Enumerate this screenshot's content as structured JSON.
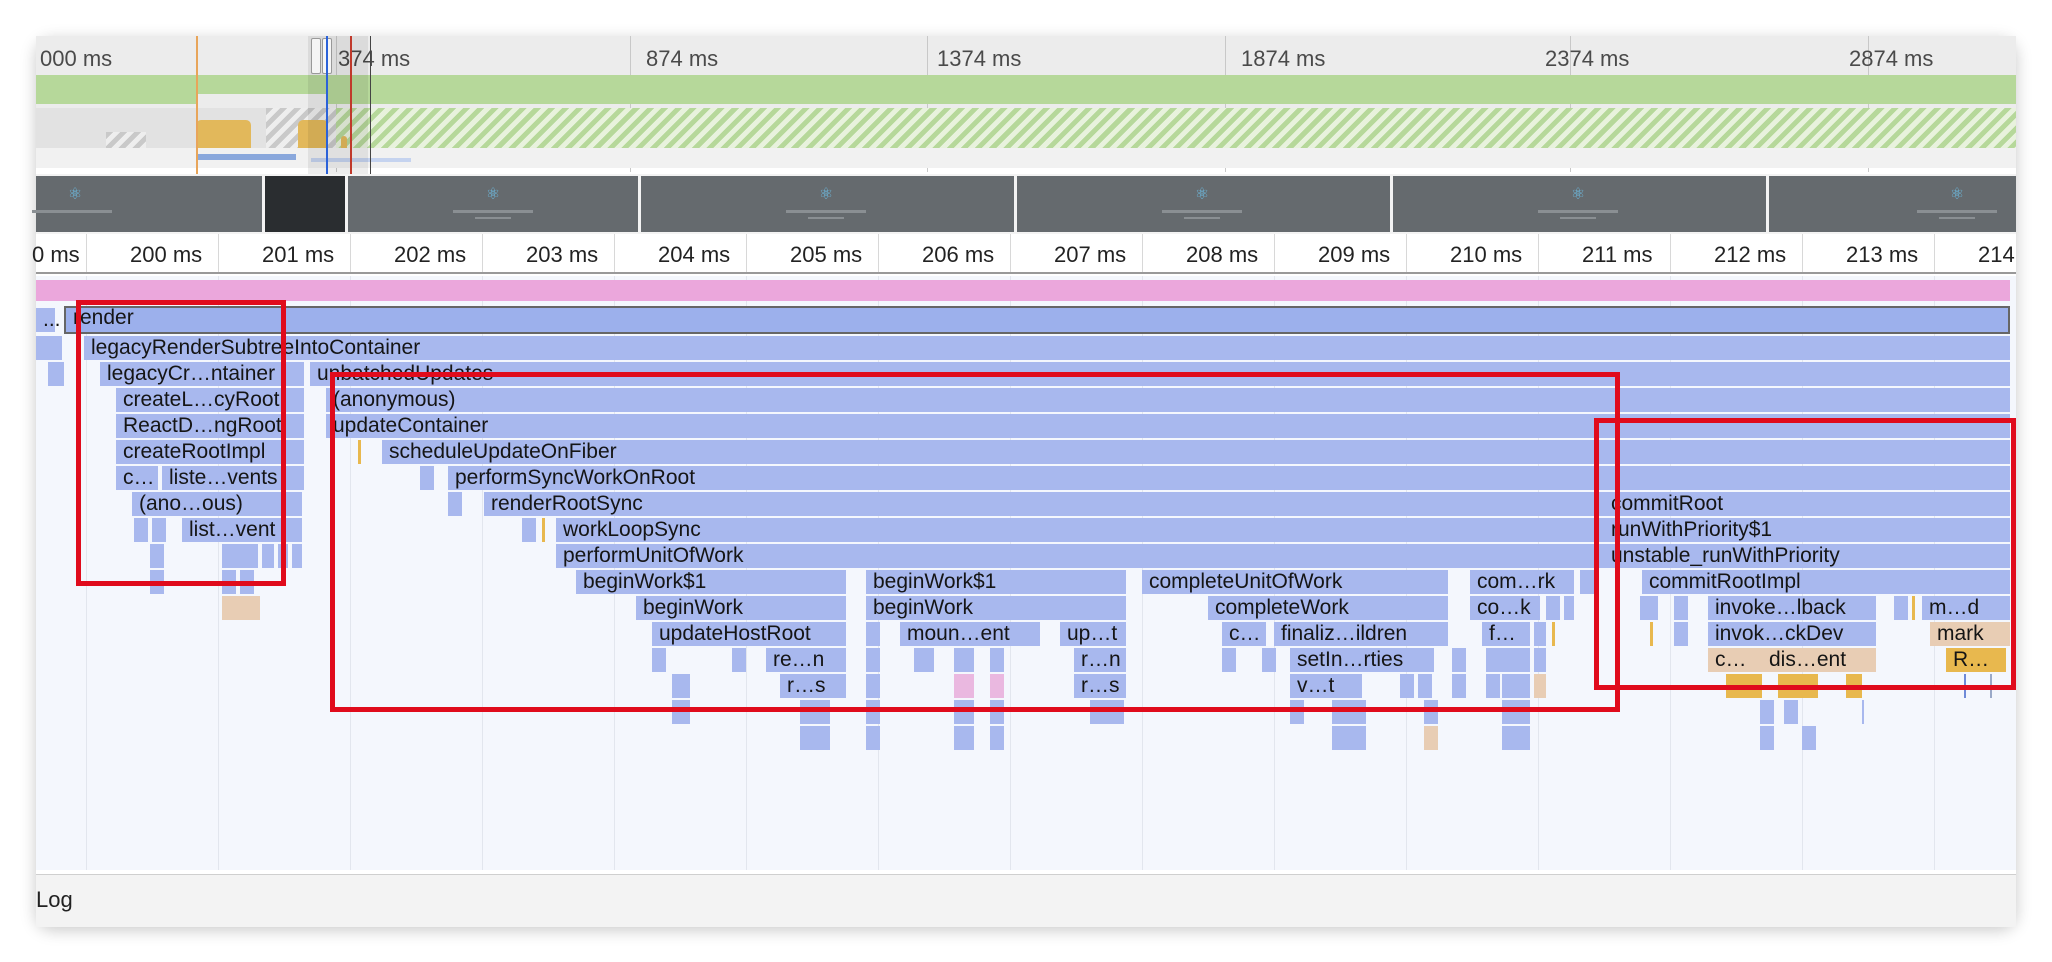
{
  "overview": {
    "time_labels": [
      "000 ms",
      "374 ms",
      "874 ms",
      "1374 ms",
      "1874 ms",
      "2374 ms",
      "2874 ms"
    ]
  },
  "ruler": {
    "labels": [
      "0 ms",
      "200 ms",
      "201 ms",
      "202 ms",
      "203 ms",
      "204 ms",
      "205 ms",
      "206 ms",
      "207 ms",
      "208 ms",
      "209 ms",
      "210 ms",
      "211 ms",
      "212 ms",
      "213 ms",
      "214"
    ],
    "collapsed_indicator": "..."
  },
  "flame": {
    "frames": [
      {
        "label": "...",
        "color": "blue"
      },
      {
        "label": "render",
        "color": "blue",
        "selected": true
      },
      {
        "label": "legacyRenderSubtreeIntoContainer",
        "color": "blue"
      },
      {
        "label": "legacyCr…ntainer",
        "color": "blue"
      },
      {
        "label": "unbatchedUpdates",
        "color": "blue"
      },
      {
        "label": "createL…cyRoot",
        "color": "blue"
      },
      {
        "label": "(anonymous)",
        "color": "blue"
      },
      {
        "label": "ReactD…ngRoot",
        "color": "blue"
      },
      {
        "label": "updateContainer",
        "color": "blue"
      },
      {
        "label": "createRootImpl",
        "color": "blue"
      },
      {
        "label": "scheduleUpdateOnFiber",
        "color": "blue"
      },
      {
        "label": "c…",
        "color": "blue"
      },
      {
        "label": "liste…vents",
        "color": "blue"
      },
      {
        "label": "performSyncWorkOnRoot",
        "color": "blue"
      },
      {
        "label": "(ano…ous)",
        "color": "blue"
      },
      {
        "label": "renderRootSync",
        "color": "blue"
      },
      {
        "label": "commitRoot",
        "color": "blue"
      },
      {
        "label": "list…vent",
        "color": "blue"
      },
      {
        "label": "workLoopSync",
        "color": "blue"
      },
      {
        "label": "runWithPriority$1",
        "color": "blue"
      },
      {
        "label": "performUnitOfWork",
        "color": "blue"
      },
      {
        "label": "unstable_runWithPriority",
        "color": "blue"
      },
      {
        "label": "beginWork$1",
        "color": "blue"
      },
      {
        "label": "beginWork$1",
        "color": "blue"
      },
      {
        "label": "completeUnitOfWork",
        "color": "blue"
      },
      {
        "label": "com…rk",
        "color": "blue"
      },
      {
        "label": "commitRootImpl",
        "color": "blue"
      },
      {
        "label": "beginWork",
        "color": "blue"
      },
      {
        "label": "beginWork",
        "color": "blue"
      },
      {
        "label": "completeWork",
        "color": "blue"
      },
      {
        "label": "co…k",
        "color": "blue"
      },
      {
        "label": "invoke…lback",
        "color": "blue"
      },
      {
        "label": "m…d",
        "color": "blue"
      },
      {
        "label": "updateHostRoot",
        "color": "blue"
      },
      {
        "label": "moun…ent",
        "color": "blue"
      },
      {
        "label": "up…t",
        "color": "blue"
      },
      {
        "label": "c…",
        "color": "blue"
      },
      {
        "label": "finaliz…ildren",
        "color": "blue"
      },
      {
        "label": "f…",
        "color": "blue"
      },
      {
        "label": "invok…ckDev",
        "color": "blue"
      },
      {
        "label": "mark",
        "color": "tan"
      },
      {
        "label": "re…n",
        "color": "blue"
      },
      {
        "label": "r…n",
        "color": "blue"
      },
      {
        "label": "setIn…rties",
        "color": "blue"
      },
      {
        "label": "c…",
        "color": "tan"
      },
      {
        "label": "dis…ent",
        "color": "tan"
      },
      {
        "label": "R…",
        "color": "yellow"
      },
      {
        "label": "r…s",
        "color": "blue"
      },
      {
        "label": "r…s",
        "color": "blue"
      },
      {
        "label": "v…t",
        "color": "blue"
      }
    ]
  },
  "console": {
    "tab_label": "Log"
  },
  "colors": {
    "highlight_box": "#e00b1c",
    "frame_blue": "#a8b8ee",
    "frame_pink": "#eab8e0",
    "frame_tan": "#e8cdb4",
    "frame_yellow": "#e8b84e",
    "fps_green": "#b6d89a"
  }
}
